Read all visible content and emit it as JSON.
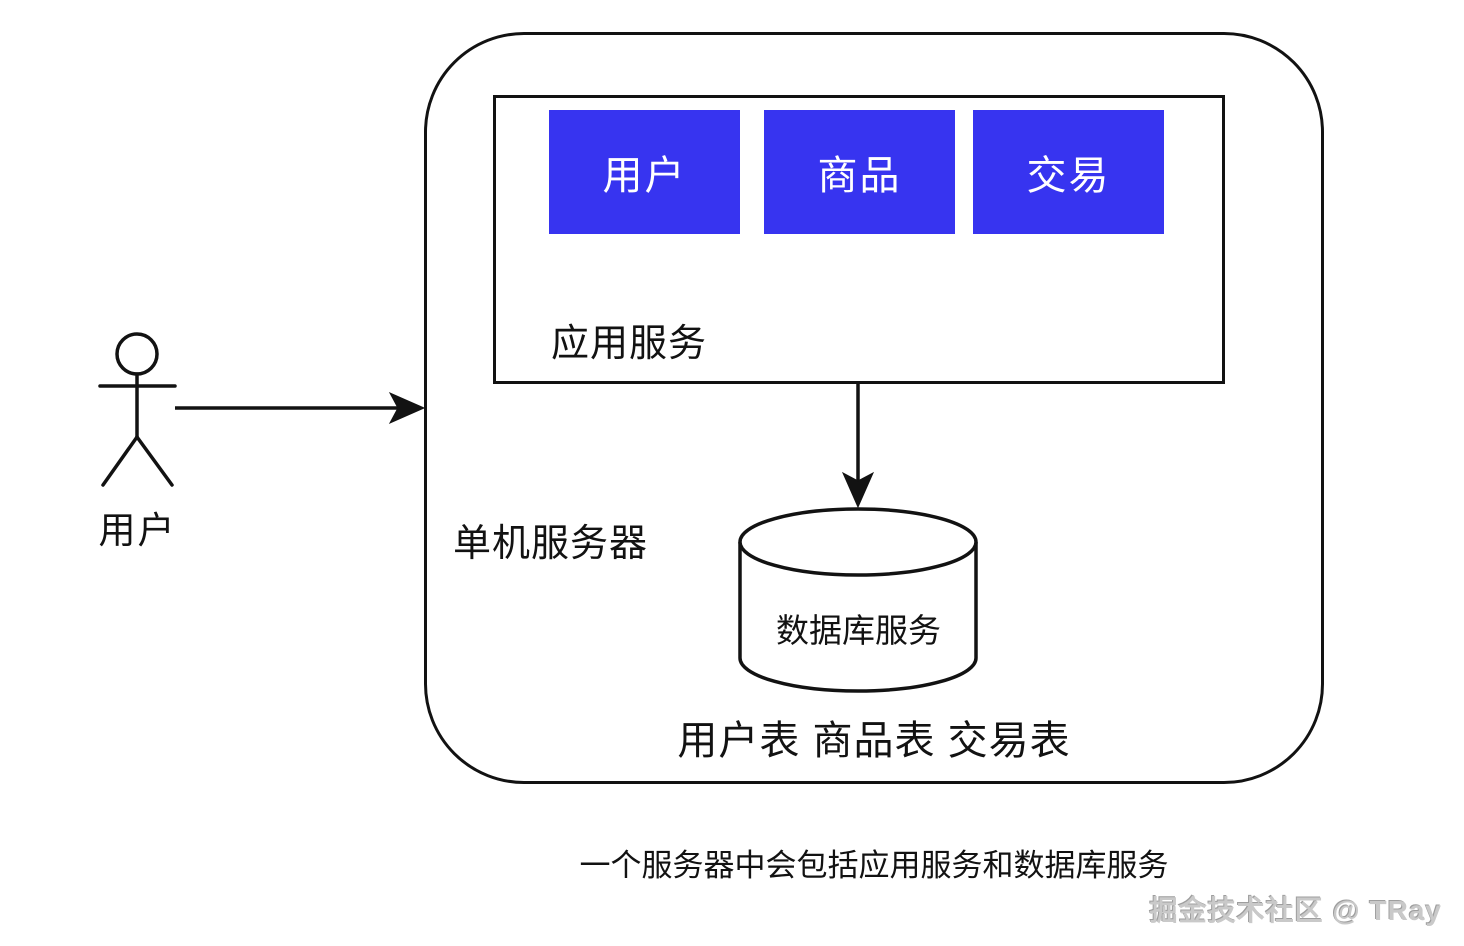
{
  "colors": {
    "box_blue": "#3734f0",
    "line": "#121212",
    "text": "#121212",
    "watermark": "#c9c9c9"
  },
  "actor": {
    "label": "用户"
  },
  "server": {
    "label": "单机服务器",
    "app_service": {
      "label": "应用服务",
      "modules": [
        {
          "label": "用户"
        },
        {
          "label": "商品"
        },
        {
          "label": "交易"
        }
      ]
    },
    "database": {
      "label": "数据库服务"
    },
    "tables_label": "用户表 商品表 交易表"
  },
  "caption": "一个服务器中会包括应用服务和数据库服务",
  "watermark": "掘金技术社区 @ TRay"
}
